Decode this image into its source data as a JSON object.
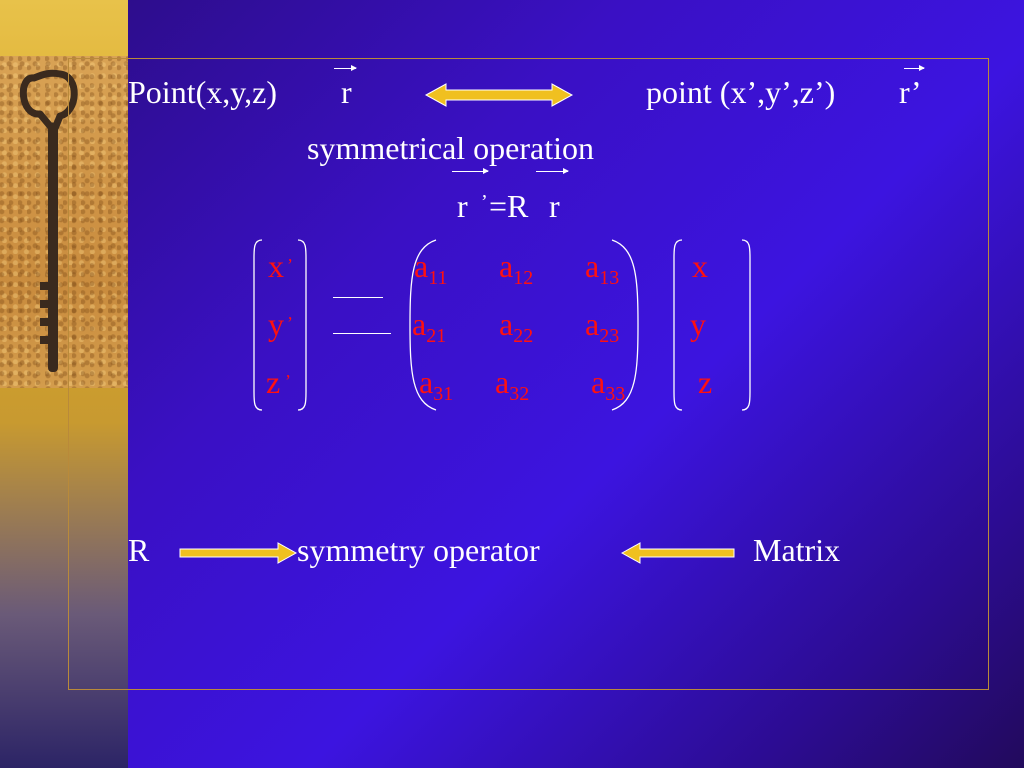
{
  "slide": {
    "line1": {
      "point_left": "Point(x,y,z)",
      "vec_r": "r",
      "point_right": "point (x’,y’,z’)",
      "vec_r_prime": "r’"
    },
    "line2": "symmetrical operation",
    "equation": {
      "r1": "r",
      "prime": "’",
      "equals_R": "=R",
      "r2": "r"
    },
    "matrix": {
      "lhs": [
        {
          "var": "x",
          "prime": "’"
        },
        {
          "var": "y",
          "prime": "’"
        },
        {
          "var": "z",
          "prime": "’"
        }
      ],
      "coefficients": [
        [
          {
            "a": "a",
            "sub": "11"
          },
          {
            "a": "a",
            "sub": "12"
          },
          {
            "a": "a",
            "sub": "13"
          }
        ],
        [
          {
            "a": "a",
            "sub": "21"
          },
          {
            "a": "a",
            "sub": "22"
          },
          {
            "a": "a",
            "sub": "23"
          }
        ],
        [
          {
            "a": "a",
            "sub": "31"
          },
          {
            "a": "a",
            "sub": "32"
          },
          {
            "a": "a",
            "sub": "33"
          }
        ]
      ],
      "rhs": [
        "x",
        "y",
        "z"
      ]
    },
    "bottom": {
      "left": "R",
      "middle": "symmetry operator",
      "right": "Matrix"
    }
  },
  "colors": {
    "background": "#3c14e0",
    "accent_yellow": "#f0c020",
    "matrix_red": "#ff1010",
    "frame": "#b98a3a"
  },
  "icons": [
    "key-icon",
    "double-arrow-icon",
    "right-arrow-icon",
    "left-arrow-icon"
  ]
}
